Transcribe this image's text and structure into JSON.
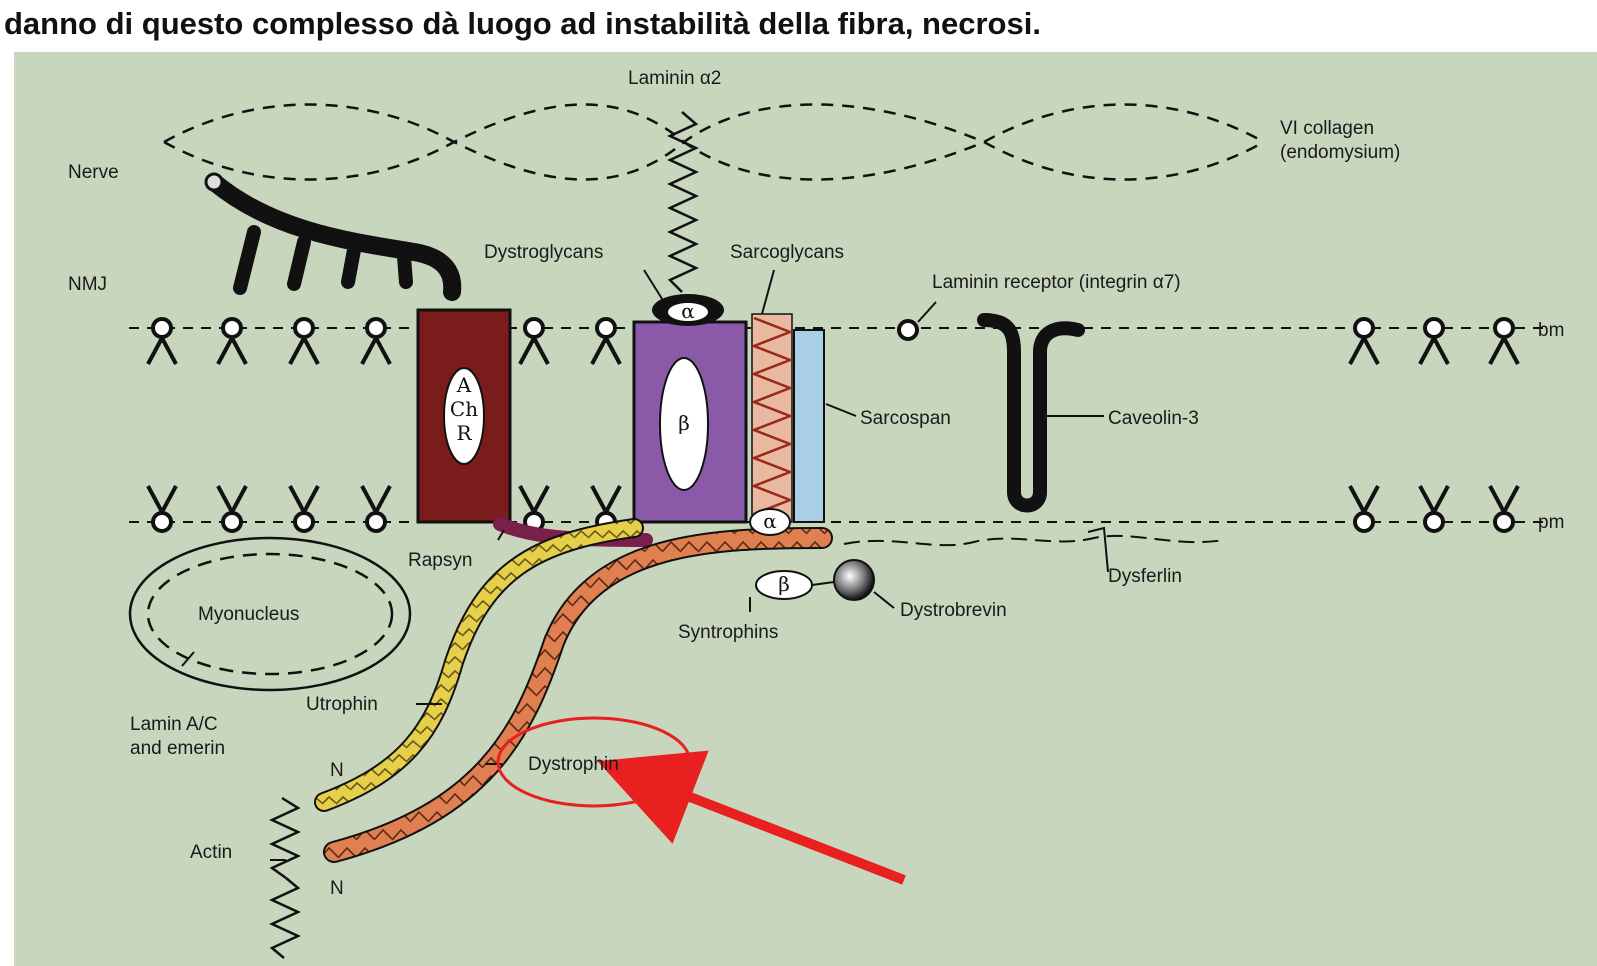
{
  "caption": "danno di questo complesso dà luogo ad instabilità della fibra, necrosi.",
  "labels": {
    "laminin_a2": "Laminin α2",
    "collagen_1": "VI collagen",
    "collagen_2": "(endomysium)",
    "nerve": "Nerve",
    "nmj": "NMJ",
    "dystroglycans": "Dystroglycans",
    "sarcoglycans": "Sarcoglycans",
    "laminin_receptor": "Laminin receptor (integrin α7)",
    "sarcospan": "Sarcospan",
    "caveolin": "Caveolin-3",
    "bm": "bm",
    "pm": "pm",
    "rapsyn": "Rapsyn",
    "dysferlin": "Dysferlin",
    "myonucleus": "Myonucleus",
    "syntrophins": "Syntrophins",
    "dystrobrevin": "Dystrobrevin",
    "lamin_1": "Lamin A/C",
    "lamin_2": "and emerin",
    "utrophin": "Utrophin",
    "dystrophin": "Dystrophin",
    "n_top": "N",
    "n_bottom": "N",
    "actin": "Actin",
    "achr_a": "A",
    "achr_ch": "Ch",
    "achr_r": "R",
    "beta_dg": "β",
    "alpha_dg": "α",
    "alpha_sg": "α",
    "beta_syn": "β"
  },
  "colors": {
    "background": "#c7d6bd",
    "achr": "#7a1c1c",
    "dystroglycan_beta": "#8a5aa8",
    "sarcospan": "#a8cfe6",
    "utrophin": "#e6cf4a",
    "dystrophin": "#e08050",
    "rapsyn": "#7a1e4a",
    "highlight": "#e82020"
  }
}
